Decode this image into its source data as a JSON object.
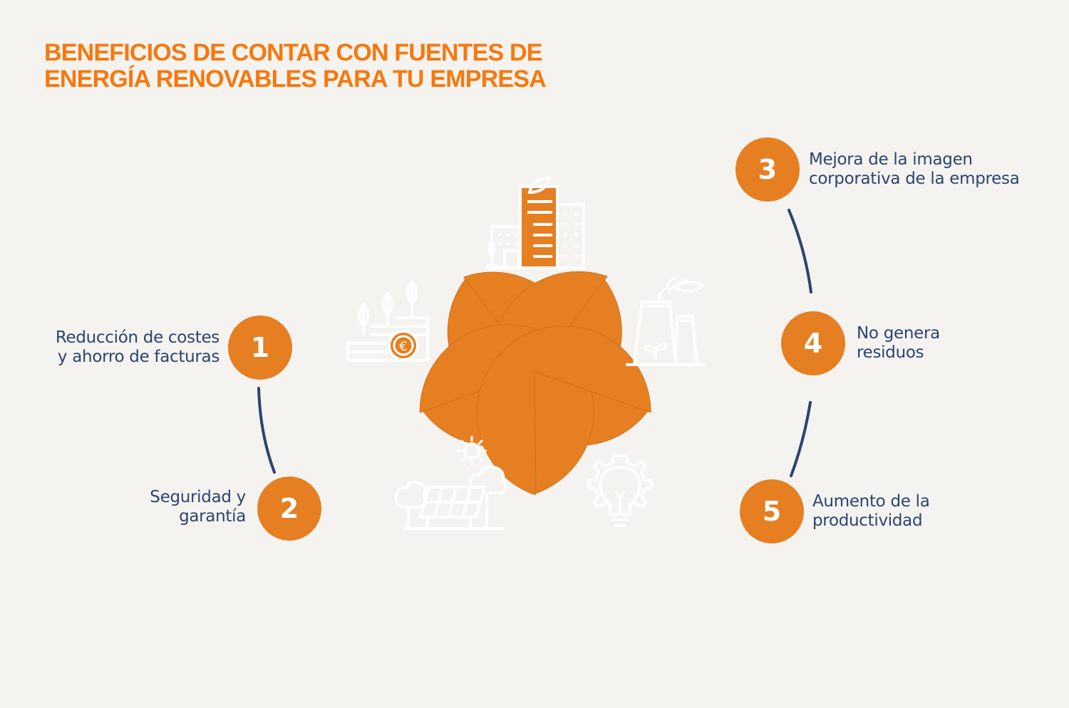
{
  "title": {
    "line1": "BENEFICIOS DE CONTAR CON FUENTES DE",
    "line2": "ENERGÍA RENOVABLES PARA TU EMPRESA"
  },
  "colors": {
    "orange": "#E57F22",
    "title": "#F7780E",
    "navy": "#2B4470",
    "background": "#F4F3EF"
  },
  "petals": [
    {
      "icon": "green-buildings-icon"
    },
    {
      "icon": "coins-plants-euro-icon"
    },
    {
      "icon": "factory-sprout-icon"
    },
    {
      "icon": "solar-panel-sun-icon"
    },
    {
      "icon": "lightbulb-gear-icon"
    }
  ],
  "benefits": [
    {
      "number": "1",
      "line1": "Reducción de costes",
      "line2": "y ahorro de facturas"
    },
    {
      "number": "2",
      "line1": "Seguridad y",
      "line2": "garantía"
    },
    {
      "number": "3",
      "line1": "Mejora de la imagen",
      "line2": "corporativa de la empresa"
    },
    {
      "number": "4",
      "line1": "No genera",
      "line2": "residuos"
    },
    {
      "number": "5",
      "line1": "Aumento de la",
      "line2": "productividad"
    }
  ]
}
